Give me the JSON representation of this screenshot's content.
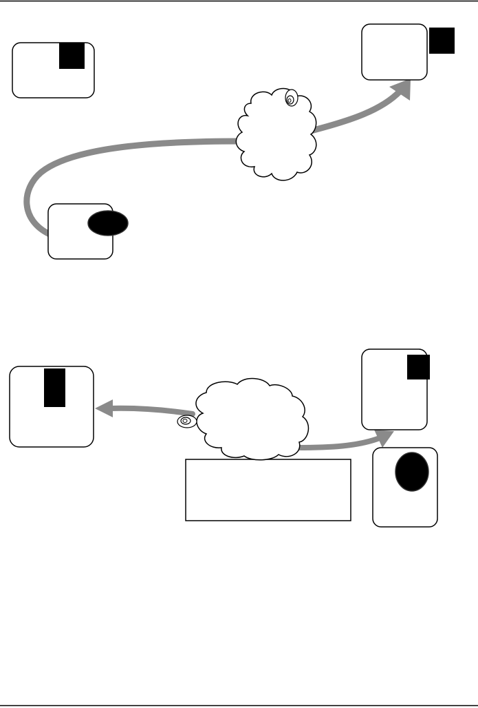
{
  "colors": {
    "background": "#ffffff",
    "stroke": "#000000",
    "arrow": "#8a8a8a",
    "fill_dark": "#000000",
    "cloud_fill": "#ffffff"
  },
  "icons": {
    "page_border": "horizontal-rule",
    "box": "rounded-rectangle",
    "dark_square": "filled-square",
    "dark_oval": "filled-ellipse",
    "cloud": "cloud",
    "spiral": "spiral",
    "arrow": "curved-arrow",
    "text_box": "empty-rectangle"
  },
  "diagrams": [
    {
      "section": "top",
      "arrow_direction": "from-oval-box-through-cloud-to-square-box"
    },
    {
      "section": "bottom",
      "arrow_direction": "from-cloud-to-both-boxes"
    }
  ]
}
